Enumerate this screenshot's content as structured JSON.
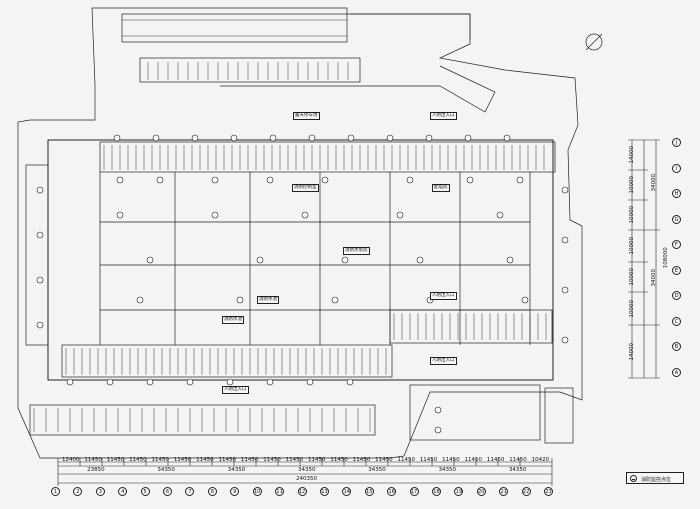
{
  "bottom_dims_row1": [
    "12400",
    "11450",
    "11450",
    "11450",
    "11450",
    "11450",
    "11450",
    "11450",
    "11450",
    "11450",
    "11450",
    "11450",
    "11450",
    "11450",
    "11450",
    "11450",
    "11450",
    "11450",
    "11450",
    "11450",
    "11450",
    "10420"
  ],
  "bottom_dims_row2": [
    "23850",
    "34350",
    "34350",
    "34350",
    "34350",
    "34350",
    "34350"
  ],
  "bottom_total": "240350",
  "grid_x": [
    "1",
    "2",
    "3",
    "4",
    "5",
    "6",
    "7",
    "8",
    "9",
    "10",
    "11",
    "12",
    "13",
    "14",
    "15",
    "16",
    "17",
    "18",
    "19",
    "20",
    "21",
    "22",
    "23"
  ],
  "right_dims": [
    "14000",
    "10000",
    "10000",
    "10000",
    "10000",
    "10000",
    "14000"
  ],
  "right_subtotals": [
    "34000",
    "34000"
  ],
  "right_total": "108000",
  "grid_y": [
    "J",
    "I",
    "H",
    "G",
    "F",
    "E",
    "D",
    "C",
    "B",
    "A"
  ],
  "room_labels": [
    "露天停车场",
    "消防控制室",
    "消防水泵房",
    "配电房",
    "人防出入口",
    "人防出入口",
    "消防水池",
    "消防水池",
    "人防出入口",
    "人防出入口"
  ],
  "legend": {
    "symbol": "circle-bar-icon",
    "text": "消防监控点位"
  },
  "colors": {
    "line": "#222222",
    "paper": "#f4f4f2"
  }
}
